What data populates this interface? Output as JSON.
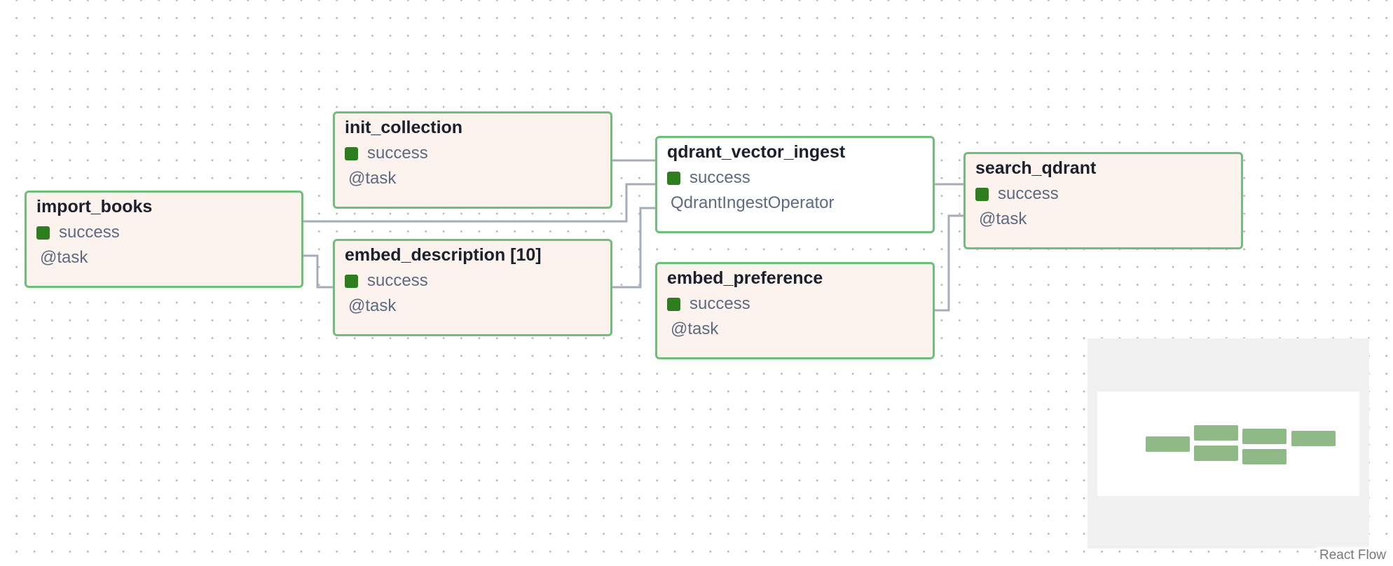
{
  "graph": {
    "nodes": [
      {
        "id": "import_books",
        "title": "import_books",
        "status": "success",
        "type_label": "@task",
        "style": "task",
        "status_color": "#2e7d1e"
      },
      {
        "id": "init_collection",
        "title": "init_collection",
        "status": "success",
        "type_label": "@task",
        "style": "task",
        "status_color": "#2e7d1e"
      },
      {
        "id": "embed_description",
        "title": "embed_description [10]",
        "status": "success",
        "type_label": "@task",
        "style": "task",
        "status_color": "#2e7d1e"
      },
      {
        "id": "qdrant_vector_ingest",
        "title": "qdrant_vector_ingest",
        "status": "success",
        "type_label": "QdrantIngestOperator",
        "style": "operator",
        "status_color": "#2e7d1e"
      },
      {
        "id": "embed_preference",
        "title": "embed_preference",
        "status": "success",
        "type_label": "@task",
        "style": "task",
        "status_color": "#2e7d1e"
      },
      {
        "id": "search_qdrant",
        "title": "search_qdrant",
        "status": "success",
        "type_label": "@task",
        "style": "task",
        "status_color": "#2e7d1e"
      }
    ],
    "edges": [
      {
        "from": "init_collection",
        "to": "qdrant_vector_ingest"
      },
      {
        "from": "import_books",
        "to": "qdrant_vector_ingest"
      },
      {
        "from": "import_books",
        "to": "embed_description"
      },
      {
        "from": "embed_description",
        "to": "qdrant_vector_ingest"
      },
      {
        "from": "qdrant_vector_ingest",
        "to": "search_qdrant"
      },
      {
        "from": "embed_preference",
        "to": "search_qdrant"
      }
    ]
  },
  "colors": {
    "node_border": "#6fbf7a",
    "task_background": "#fcf2ee",
    "edge": "#a5adba",
    "success": "#2e7d1e",
    "minimap_node": "#8fb987"
  },
  "attribution": "React Flow"
}
